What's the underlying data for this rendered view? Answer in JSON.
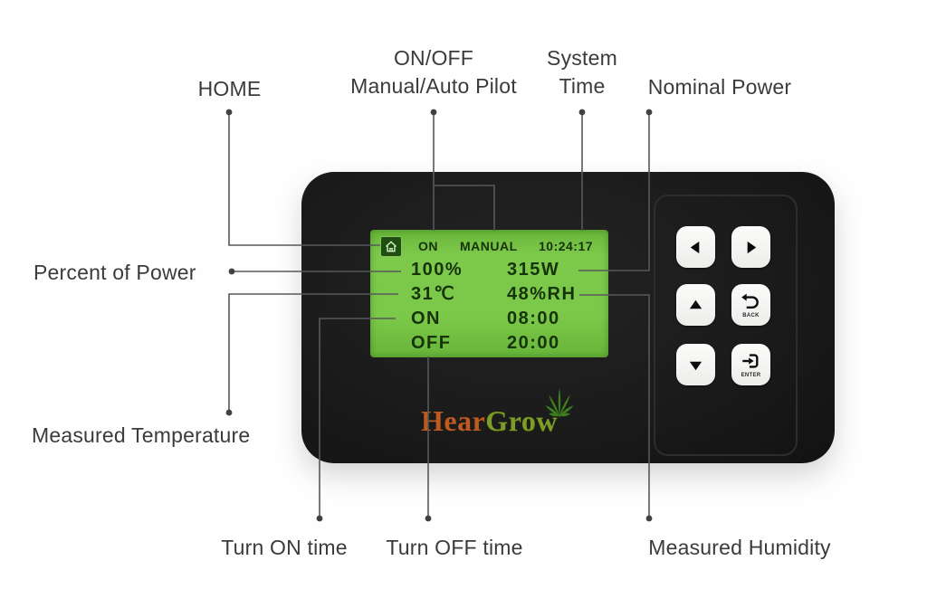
{
  "annotations": {
    "home": "HOME",
    "mode_line1": "ON/OFF",
    "mode_line2": "Manual/Auto Pilot",
    "system_line1": "System",
    "system_line2": "Time",
    "nominal_power": "Nominal Power",
    "percent_of_power": "Percent of Power",
    "measured_temperature": "Measured Temperature",
    "turn_on_time": "Turn ON time",
    "turn_off_time": "Turn OFF time",
    "measured_humidity": "Measured Humidity"
  },
  "device": {
    "brand": {
      "word_left": "Hear",
      "word_right": "Grow"
    },
    "screen": {
      "status": {
        "state": "ON",
        "mode": "MANUAL",
        "time": "10:24:17"
      },
      "rows": [
        {
          "label": "100%",
          "value": "315W"
        },
        {
          "label": "31℃",
          "value": "48%RH"
        },
        {
          "label": "ON",
          "value": "08:00"
        },
        {
          "label": "OFF",
          "value": "20:00"
        }
      ]
    },
    "keypad": {
      "back_label": "BACK",
      "enter_label": "ENTER"
    }
  },
  "colors": {
    "screen_green": "#7bc84a",
    "screen_text": "#16330a",
    "panel_black": "#1b1b1b",
    "logo_orange": "#bf5a1e",
    "logo_green": "#7d9c28",
    "leaf_green": "#3c7d1e",
    "leader_line_gray": "#57585a",
    "label_gray": "#3b3b3b"
  }
}
